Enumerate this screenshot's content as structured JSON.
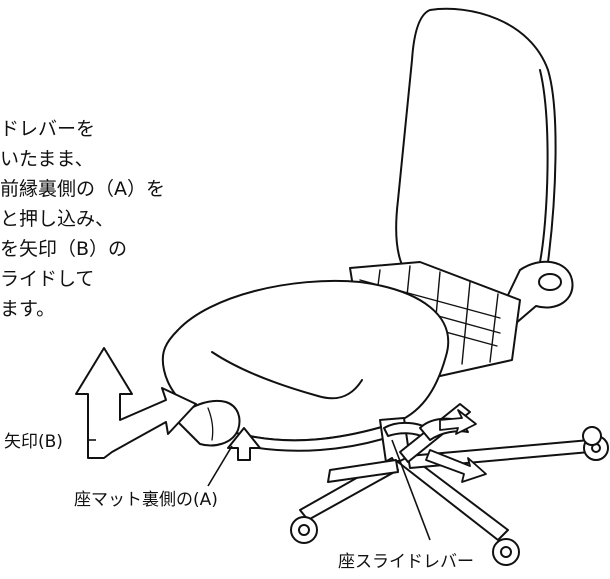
{
  "instructions": {
    "lines": [
      "ドレバーを",
      "いたまま、",
      "前縁裏側の（A）を",
      "と押し込み、",
      "を矢印（B）の",
      "ライドして",
      "ます。"
    ]
  },
  "callouts": {
    "arrow_b": "矢印(B)",
    "seat_mat_a": "座マット裏側の(A)",
    "seat_slide_lever": "座スライドレバー"
  }
}
